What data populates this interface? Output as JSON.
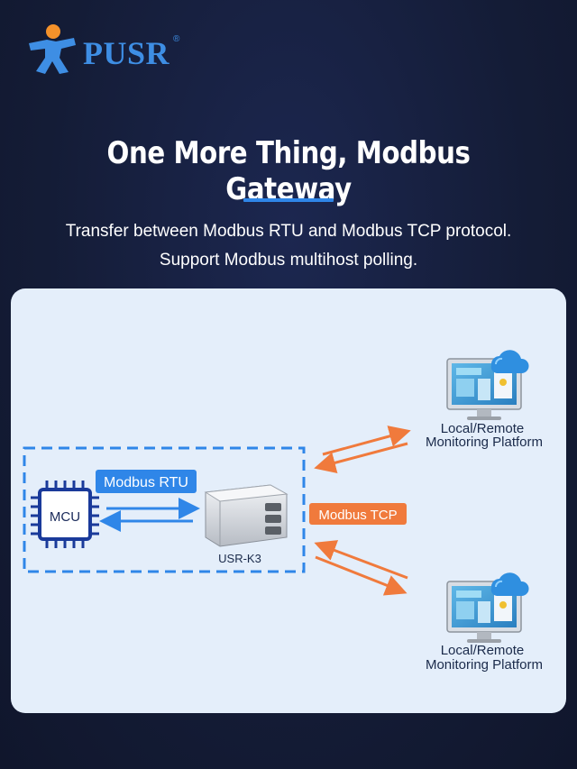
{
  "brand": {
    "name": "PUSR",
    "reg_mark": "®"
  },
  "headline": "One More Thing, Modbus Gateway",
  "description": {
    "line1": "Transfer between Modbus RTU and Modbus TCP protocol.",
    "line2": "Support Modbus multihost polling."
  },
  "diagram": {
    "mcu_label": "MCU",
    "rtu_label": "Modbus RTU",
    "device_label": "USR-K3",
    "tcp_label": "Modbus TCP",
    "platforms": [
      {
        "line1": "Local/Remote",
        "line2": "Monitoring Platform"
      },
      {
        "line1": "Local/Remote",
        "line2": "Monitoring Platform"
      }
    ]
  },
  "colors": {
    "background": "#141c36",
    "accent_blue": "#2f86e8",
    "accent_orange": "#f07a3c",
    "panel": "#e4eefa",
    "logo_orange": "#f5922a"
  }
}
